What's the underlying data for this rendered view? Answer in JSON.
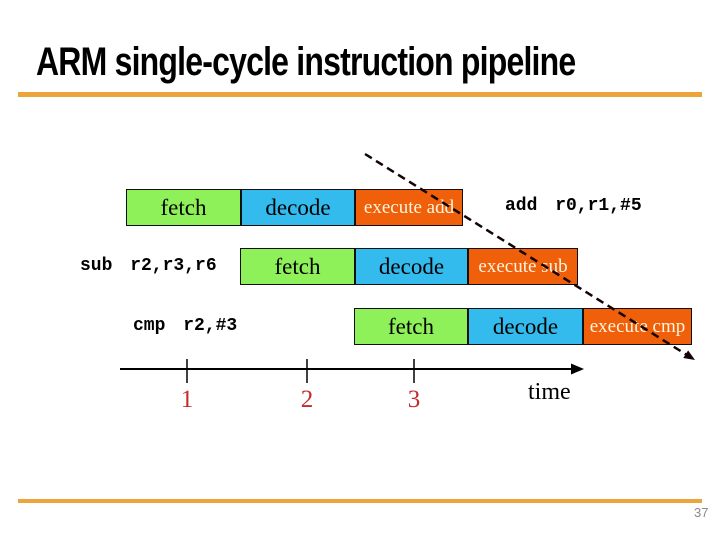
{
  "slide": {
    "title": "ARM single-cycle instruction pipeline",
    "page_number": "37"
  },
  "pipeline": {
    "rows": [
      {
        "instruction": "add r0,r1,#5",
        "instruction_side": "right",
        "stages": [
          {
            "name": "fetch"
          },
          {
            "name": "decode"
          },
          {
            "name": "execute add"
          }
        ]
      },
      {
        "instruction": "sub r2,r3,r6",
        "instruction_side": "left",
        "stages": [
          {
            "name": "fetch"
          },
          {
            "name": "decode"
          },
          {
            "name": "execute sub"
          }
        ]
      },
      {
        "instruction": "cmp r2,#3",
        "instruction_side": "left",
        "stages": [
          {
            "name": "fetch"
          },
          {
            "name": "decode"
          },
          {
            "name": "execute cmp"
          }
        ]
      }
    ]
  },
  "timeline": {
    "ticks": [
      "1",
      "2",
      "3"
    ],
    "axis_label": "time"
  },
  "colors": {
    "accent": "#EEA43C",
    "fetch": "#8EF159",
    "decode": "#33BBEE",
    "execute": "#F05F0A",
    "execute_text": "#FFF5DC",
    "tick_number": "#C22B2E"
  }
}
